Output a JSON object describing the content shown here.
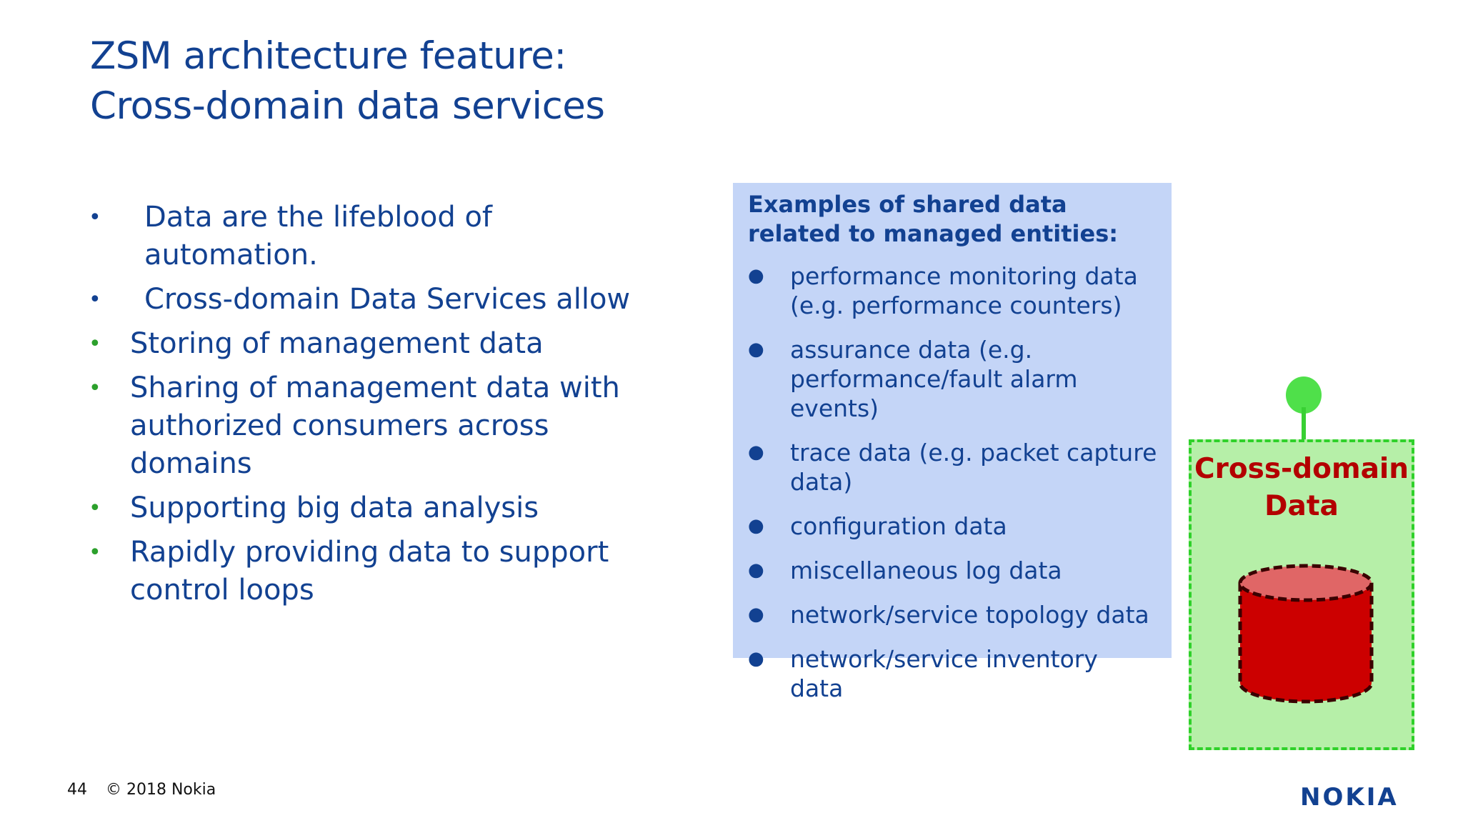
{
  "slide": {
    "title_line1": "ZSM architecture feature:",
    "title_line2": "Cross-domain data services"
  },
  "bullets": [
    {
      "level": "top",
      "text": "Data are the lifeblood of automation."
    },
    {
      "level": "top",
      "text": "Cross-domain Data Services allow"
    },
    {
      "level": "sub",
      "text": "Storing of management data"
    },
    {
      "level": "sub",
      "text": "Sharing of management data with authorized consumers across domains"
    },
    {
      "level": "sub",
      "text": "Supporting big data analysis"
    },
    {
      "level": "sub",
      "text": "Rapidly providing data to support control loops"
    }
  ],
  "examples": {
    "heading": "Examples of shared data related to managed entities:",
    "items": [
      "performance monitoring data (e.g. performance counters)",
      "assurance data (e.g. performance/fault alarm events)",
      "trace data (e.g. packet capture data)",
      "configuration data",
      "miscellaneous log data",
      "network/service topology data",
      "network/service inventory data"
    ]
  },
  "diagram": {
    "label": "Cross-domain Data",
    "colors": {
      "box_fill": "#b6efa8",
      "box_border": "#2fd12a",
      "label": "#b30000",
      "cylinder_body": "#cc0000",
      "cylinder_top": "#e06666"
    }
  },
  "footer": {
    "page_number": "44",
    "copyright": "© 2018 Nokia",
    "logo_text": "NOKIA"
  },
  "colors": {
    "primary": "#124191",
    "accent_green": "#2ca02c",
    "panel_bg": "#c4d5f7"
  }
}
